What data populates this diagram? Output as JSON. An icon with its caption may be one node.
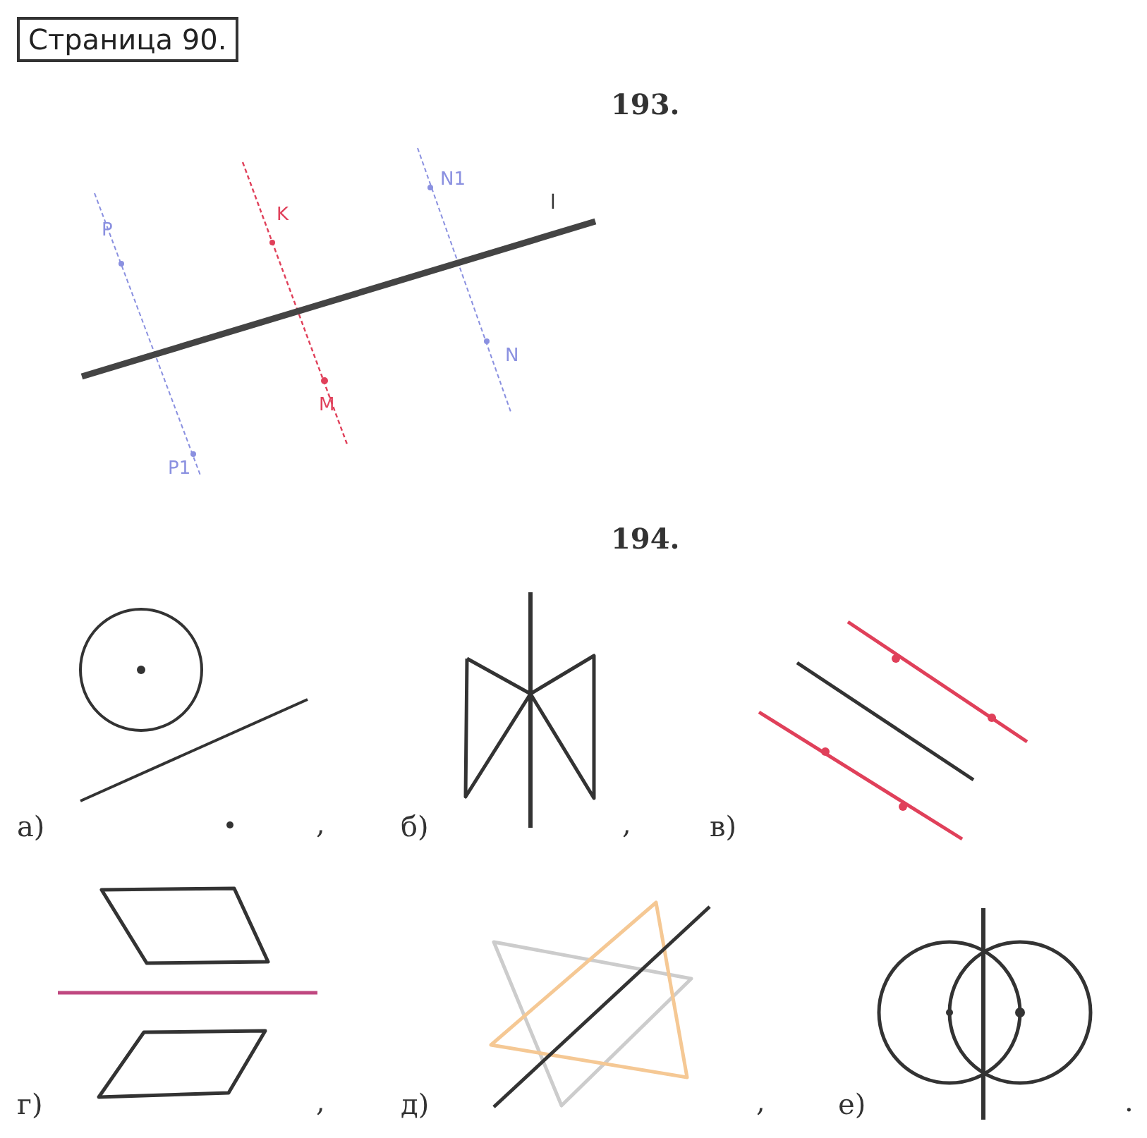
{
  "diagram": {
    "title": "Страница 90.",
    "labels": [
      "193.",
      "N1",
      "l",
      "K",
      "P",
      "N",
      "M",
      "P1",
      "194.",
      "а)",
      ",",
      "б)",
      ",",
      "в)",
      "г)",
      ",",
      "д)",
      ",",
      "е)",
      "."
    ]
  }
}
